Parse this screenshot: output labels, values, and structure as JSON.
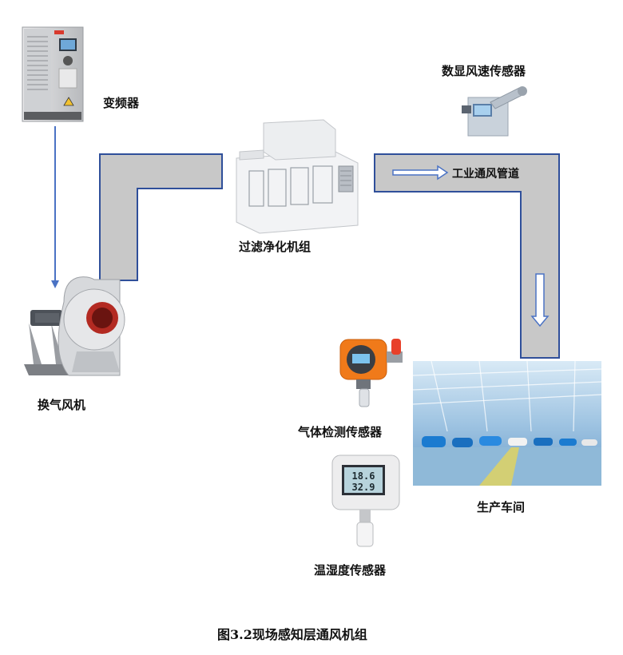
{
  "labels": {
    "vfd": "变频器",
    "fan": "换气风机",
    "filter_unit": "过滤净化机组",
    "wind_sensor": "数显风速传感器",
    "duct": "工业通风管道",
    "gas_sensor": "气体检测传感器",
    "workshop": "生产车间",
    "th_sensor": "温湿度传感器"
  },
  "caption": "图3.2现场感知层通风机组",
  "th_display": {
    "temperature": "18.6",
    "humidity": "32.9"
  },
  "colors": {
    "duct_fill": "#c8c8c8",
    "duct_stroke": "#2f4f9a",
    "arrow": "#4a72c4",
    "gas_sensor_body": "#f07a1a",
    "lamp": "#e8402a"
  }
}
